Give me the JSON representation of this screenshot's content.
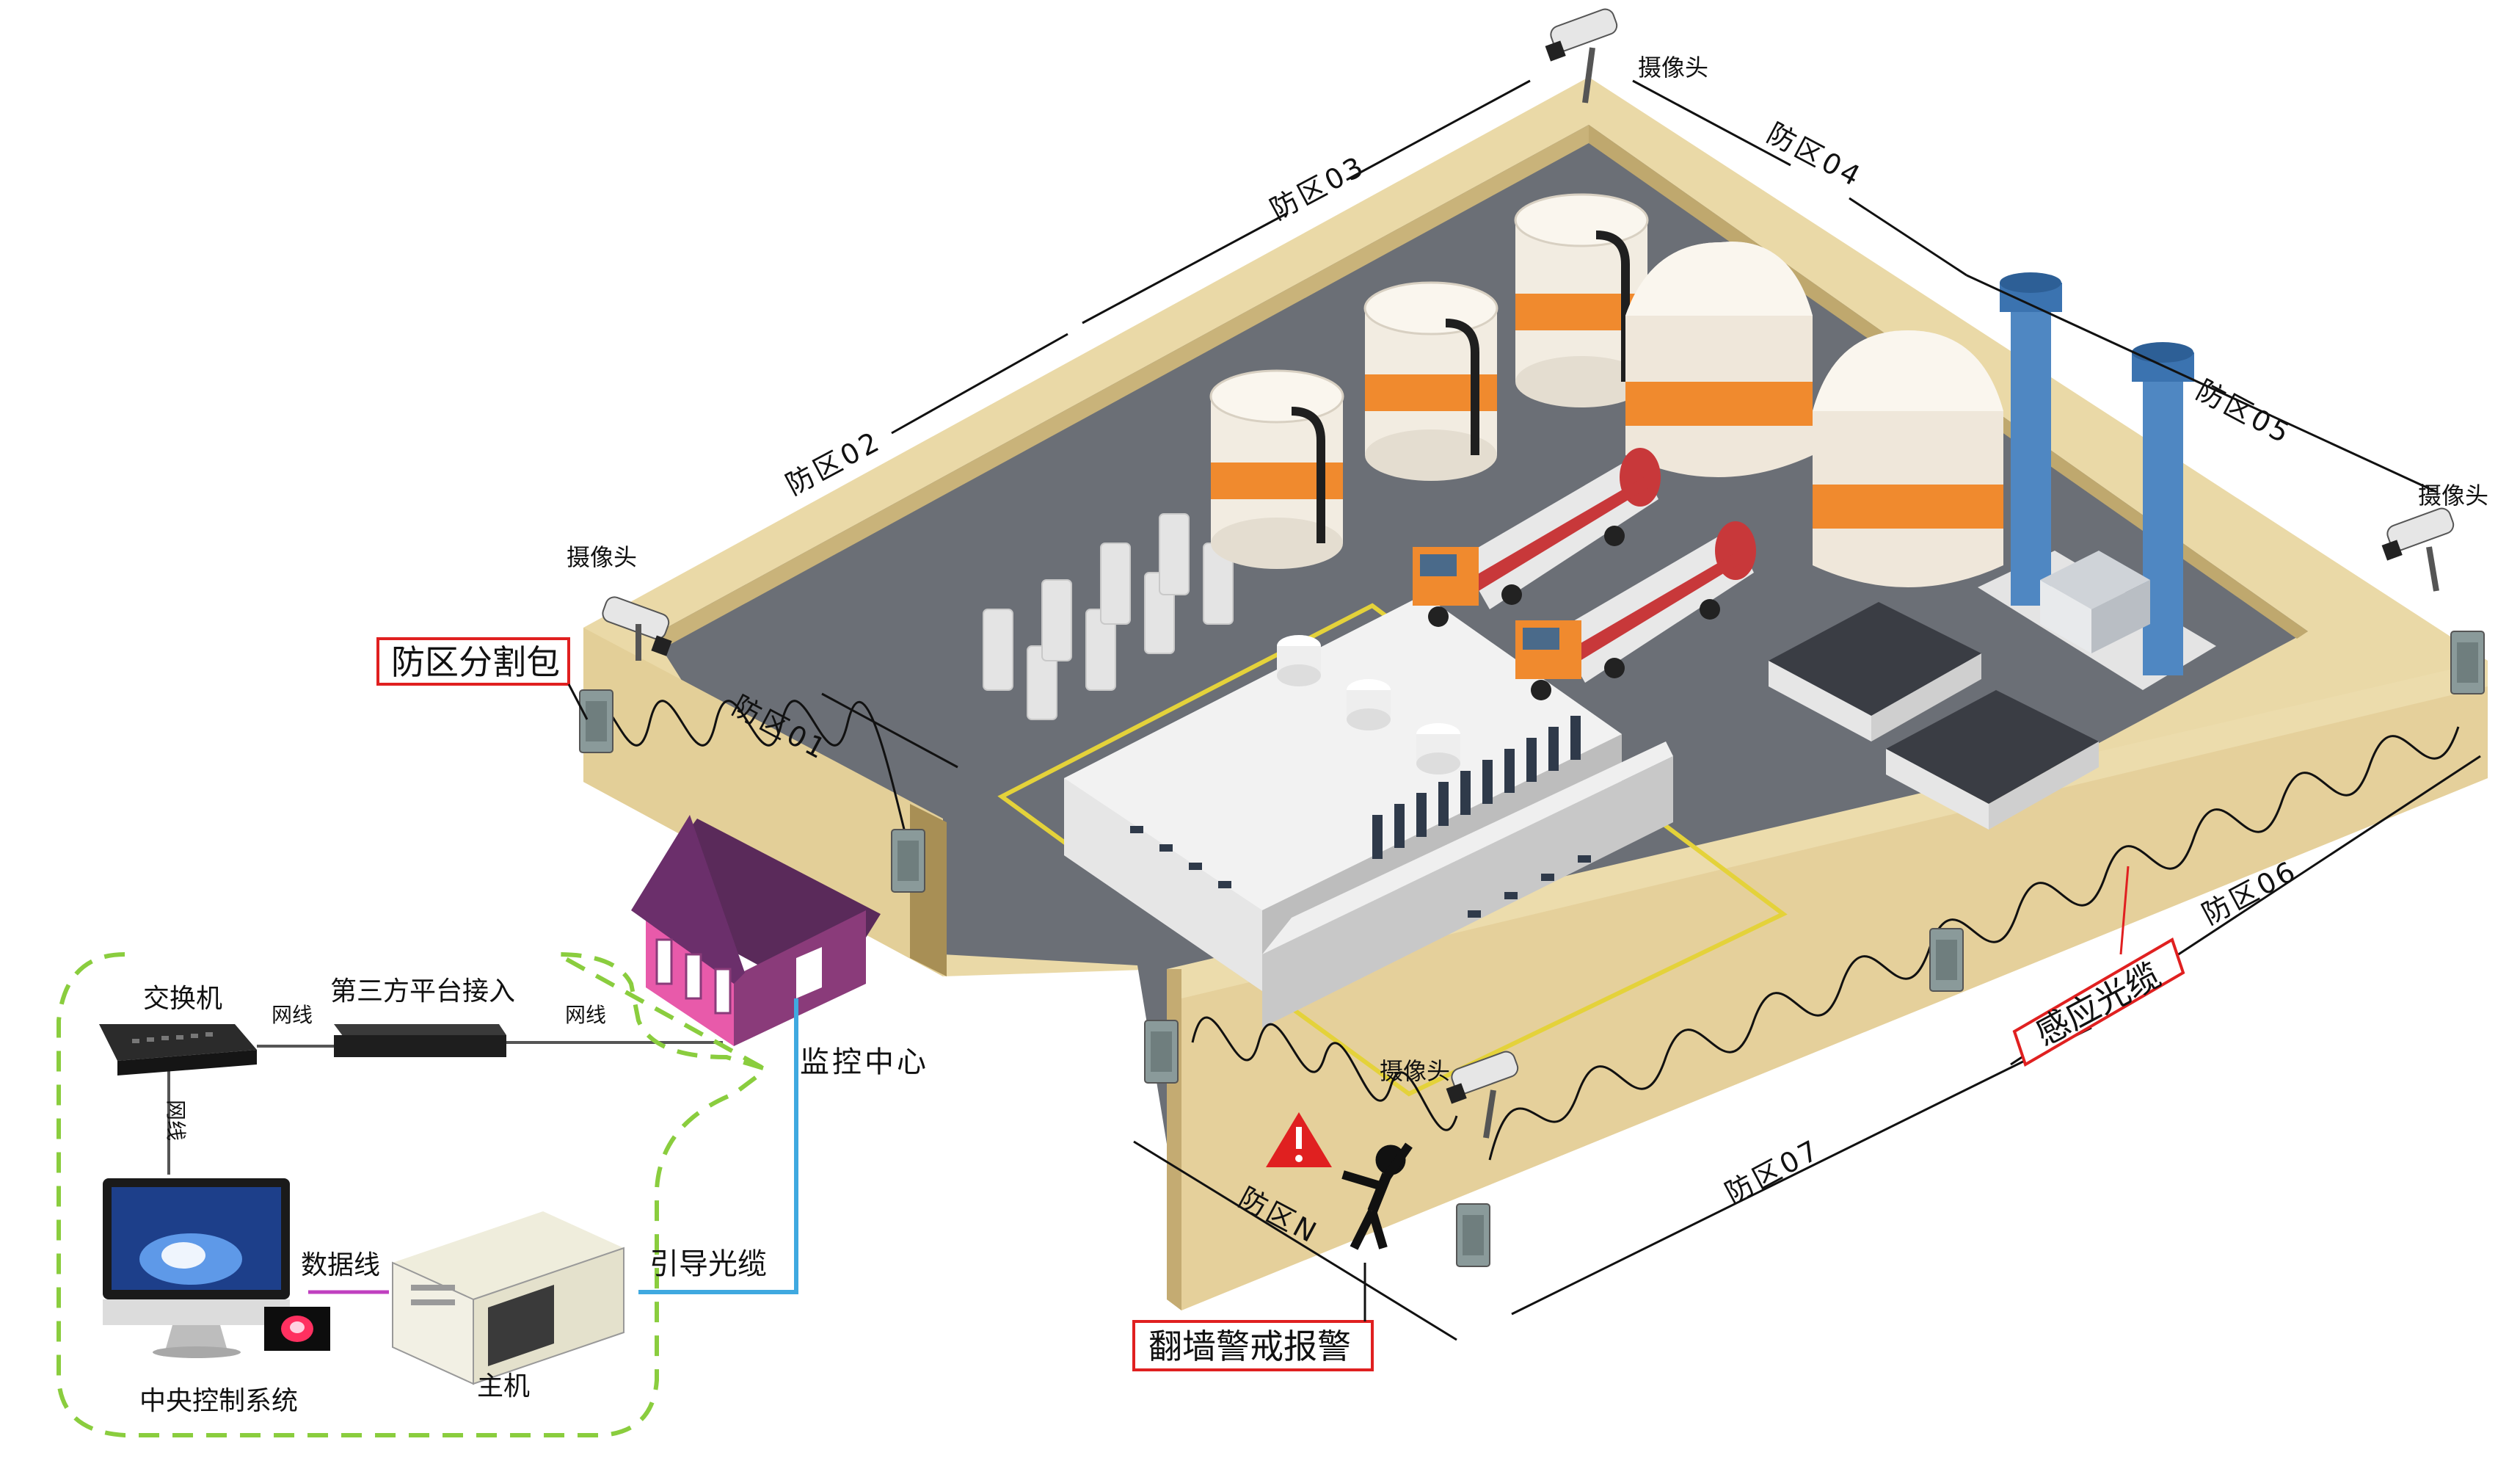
{
  "labels": {
    "camera": "摄像头",
    "zone_01": "防区01",
    "zone_02": "防区02",
    "zone_03": "防区03",
    "zone_04": "防区04",
    "zone_05": "防区05",
    "zone_06": "防区06",
    "zone_07": "防区07",
    "zone_n": "防区N",
    "zone_splitter": "防区分割包",
    "sensing_cable": "感应光缆",
    "climb_alarm": "翻墙警戒报警",
    "monitor_center": "监控中心",
    "switch": "交换机",
    "third_party": "第三方平台接入",
    "network_cable_1": "网线",
    "network_cable_2": "网线",
    "network_cable_3": "网线",
    "data_cable": "数据线",
    "lead_fiber": "引导光缆",
    "central_control": "中央控制系统",
    "host": "主机"
  },
  "colors": {
    "wall_top": "#ead9a7",
    "wall_side": "#dcc58a",
    "ground": "#6b6f76",
    "alarm_red": "#e02020",
    "fiber_blue": "#3fa9e0",
    "dashed_green": "#8acd3e",
    "house": "#8a3b7a",
    "roof": "#6b2f6b"
  },
  "icons": [
    "camera-icon",
    "sensor-box-icon",
    "warning-icon",
    "climber-icon",
    "switch-icon",
    "monitor-icon",
    "server-icon",
    "alarm-light-icon",
    "house-icon"
  ]
}
